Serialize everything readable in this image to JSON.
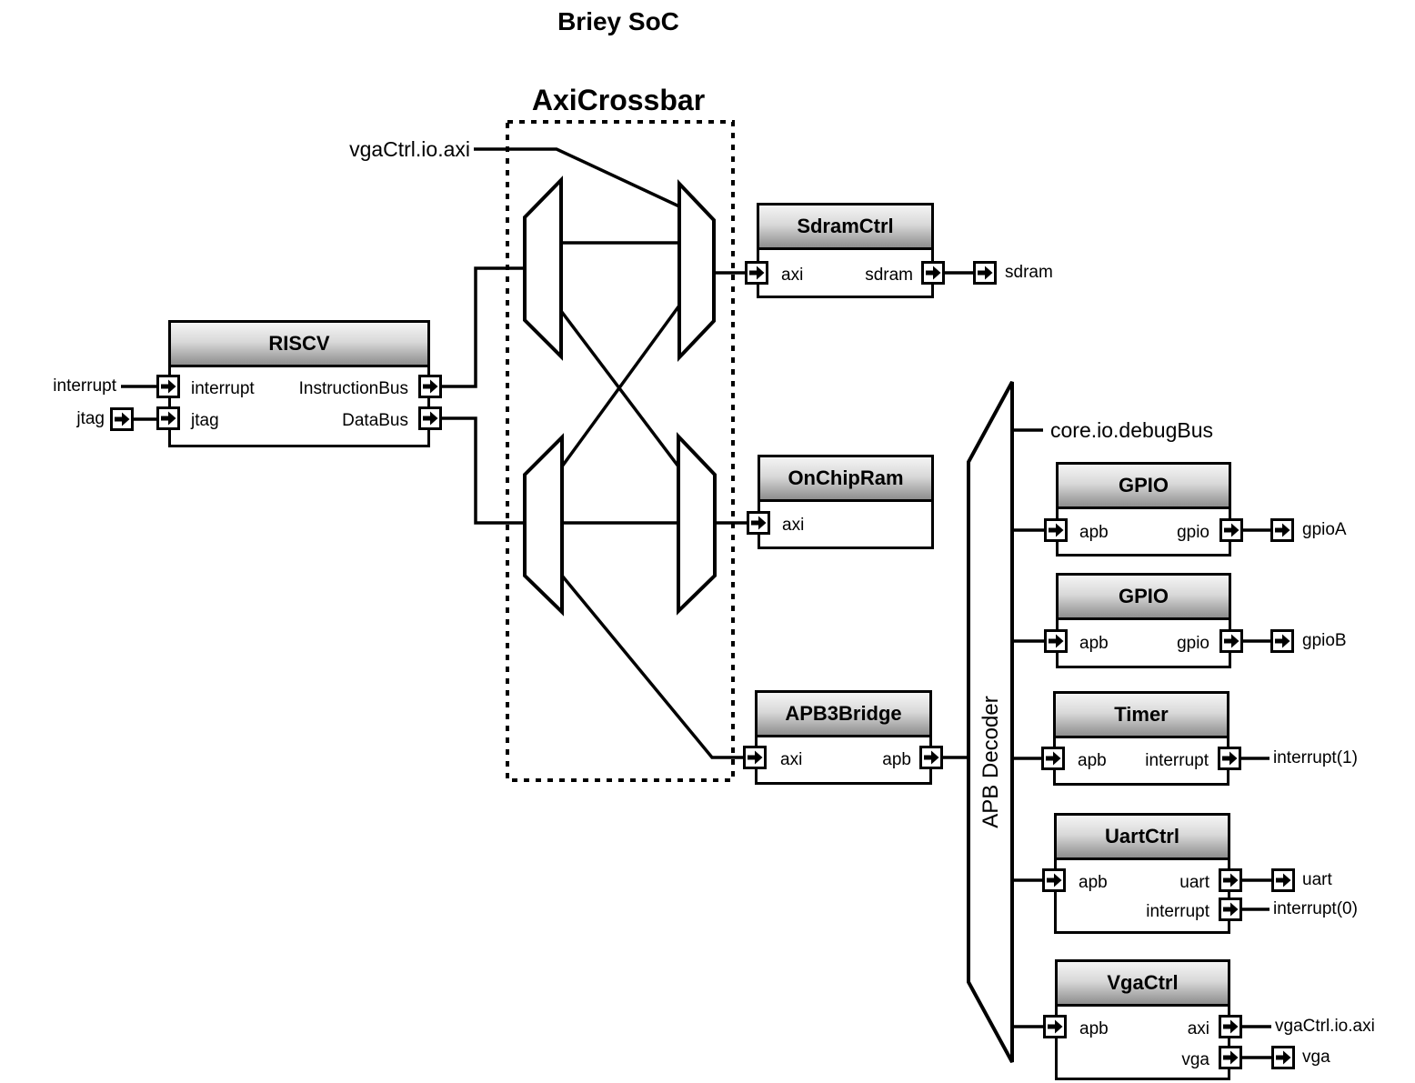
{
  "title": "Briey SoC",
  "crossbar": {
    "label": "AxiCrossbar",
    "external_input": "vgaCtrl.io.axi"
  },
  "decoder": {
    "label": "APB Decoder",
    "external": "core.io.debugBus"
  },
  "blocks": {
    "riscv": {
      "title": "RISCV",
      "ports": {
        "interrupt": "interrupt",
        "jtag": "jtag",
        "instruction_bus": "InstructionBus",
        "data_bus": "DataBus"
      }
    },
    "sdram_ctrl": {
      "title": "SdramCtrl",
      "ports": {
        "axi": "axi",
        "sdram": "sdram"
      }
    },
    "on_chip_ram": {
      "title": "OnChipRam",
      "ports": {
        "axi": "axi"
      }
    },
    "apb3_bridge": {
      "title": "APB3Bridge",
      "ports": {
        "axi": "axi",
        "apb": "apb"
      }
    },
    "gpio_a": {
      "title": "GPIO",
      "ports": {
        "apb": "apb",
        "gpio": "gpio"
      }
    },
    "gpio_b": {
      "title": "GPIO",
      "ports": {
        "apb": "apb",
        "gpio": "gpio"
      }
    },
    "timer": {
      "title": "Timer",
      "ports": {
        "apb": "apb",
        "interrupt": "interrupt"
      }
    },
    "uart_ctrl": {
      "title": "UartCtrl",
      "ports": {
        "apb": "apb",
        "uart": "uart",
        "interrupt": "interrupt"
      }
    },
    "vga_ctrl": {
      "title": "VgaCtrl",
      "ports": {
        "apb": "apb",
        "axi": "axi",
        "vga": "vga"
      }
    }
  },
  "externals": {
    "cpu_interrupt_in": "interrupt",
    "cpu_jtag_in": "jtag",
    "sdram_out": "sdram",
    "gpio_a_out": "gpioA",
    "gpio_b_out": "gpioB",
    "timer_interrupt_out": "interrupt(1)",
    "uart_out": "uart",
    "uart_interrupt_out": "interrupt(0)",
    "vga_axi_out": "vgaCtrl.io.axi",
    "vga_out": "vga"
  },
  "colors": {
    "background": "#ffffff",
    "line": "#000000",
    "header_gradient_top": "#f4f4f4",
    "header_gradient_bottom": "#8e8e8e"
  }
}
